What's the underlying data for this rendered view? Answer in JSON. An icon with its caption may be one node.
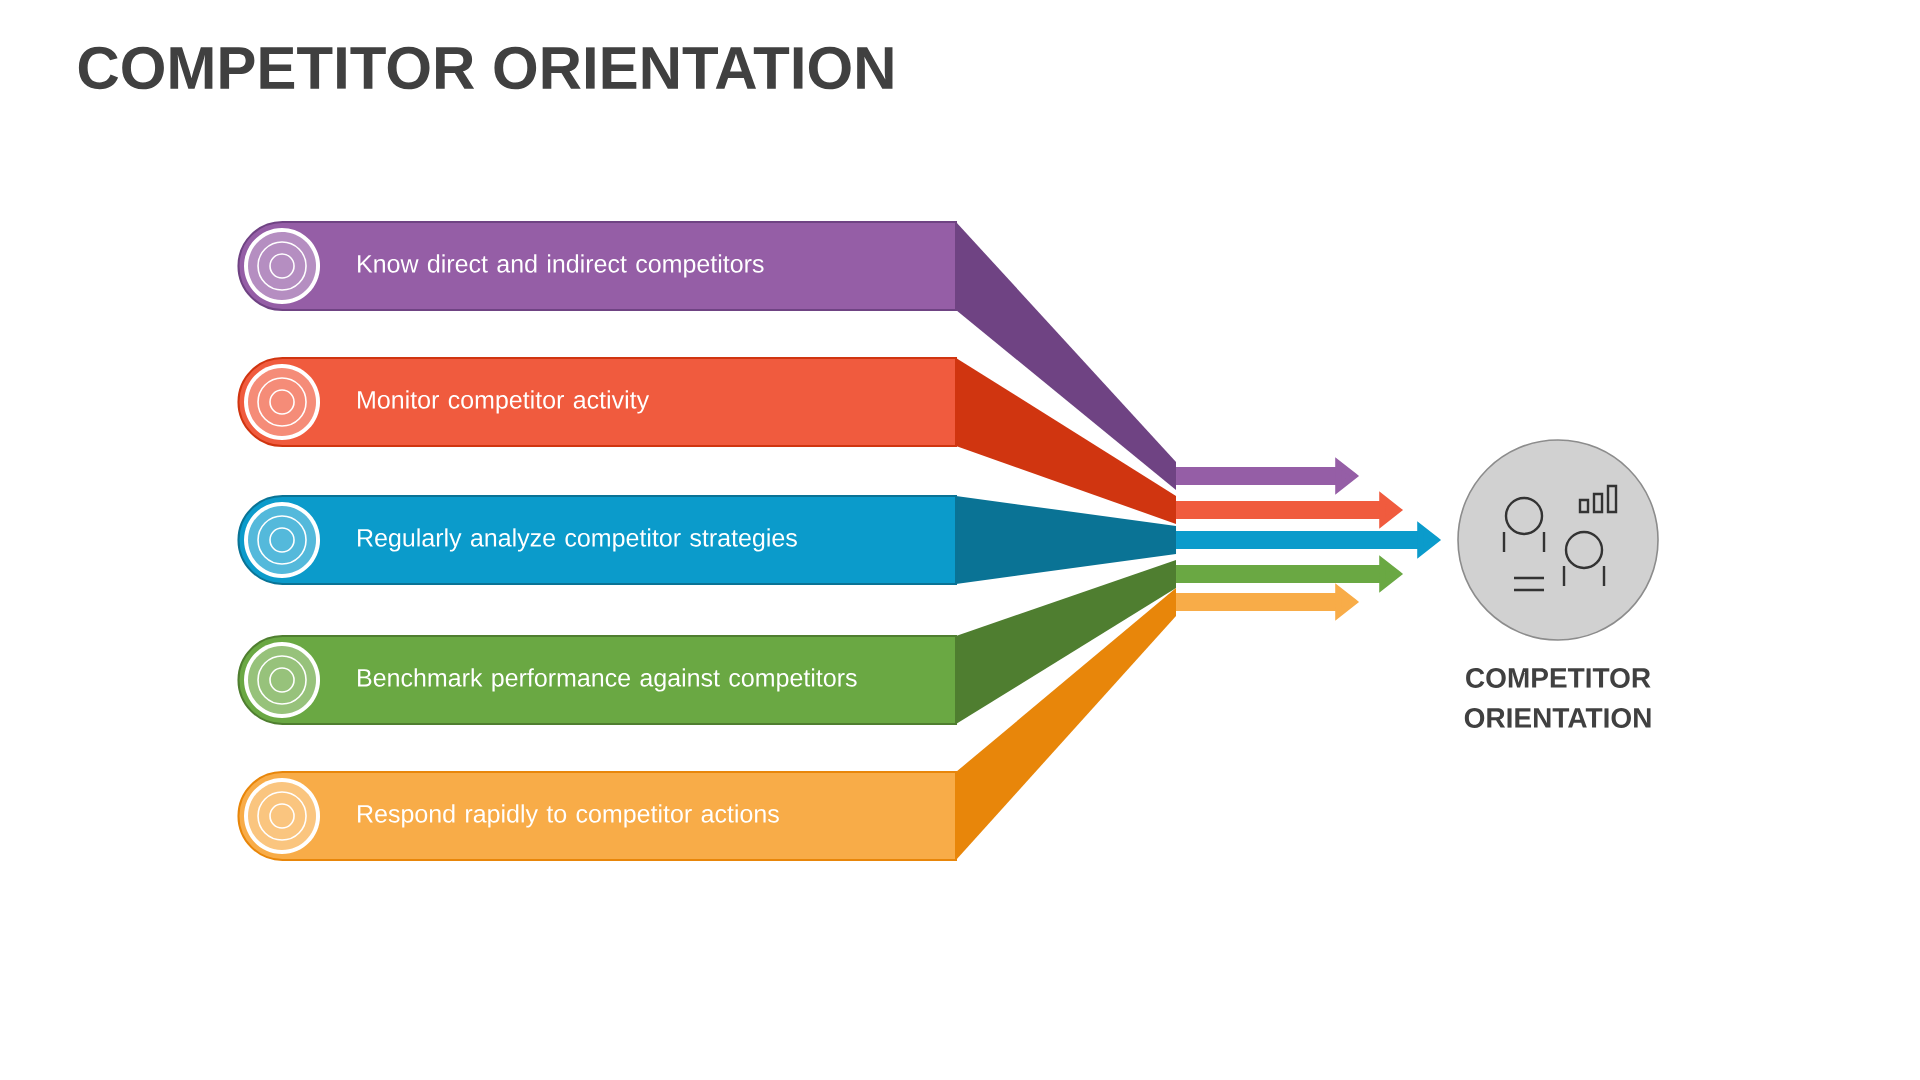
{
  "diagram": {
    "title": "COMPETITOR ORIENTATION",
    "nodes": [
      {
        "text": [
          "Know direct and indirect competitors"
        ]
      },
      {
        "text": [
          "Monitor competitor activity"
        ]
      },
      {
        "text": [
          "Regularly analyze competitor strategies"
        ]
      },
      {
        "text": [
          "Benchmark performance against competitors"
        ]
      },
      {
        "text": [
          "Respond rapidly to competitor actions"
        ]
      },
      {
        "text": [
          "COMPETITOR ORIENTATION"
        ]
      }
    ],
    "edges": [
      {
        "from": 0,
        "to": 5,
        "arrow": "to",
        "color": "#955ea6"
      },
      {
        "from": 1,
        "to": 5,
        "arrow": "to",
        "color": "#f05b3e"
      },
      {
        "from": 2,
        "to": 5,
        "arrow": "to",
        "color": "#0b9bcb"
      },
      {
        "from": 3,
        "to": 5,
        "arrow": "to",
        "color": "#6aa843"
      },
      {
        "from": 4,
        "to": 5,
        "arrow": "to",
        "color": "#f8ac48"
      }
    ]
  }
}
